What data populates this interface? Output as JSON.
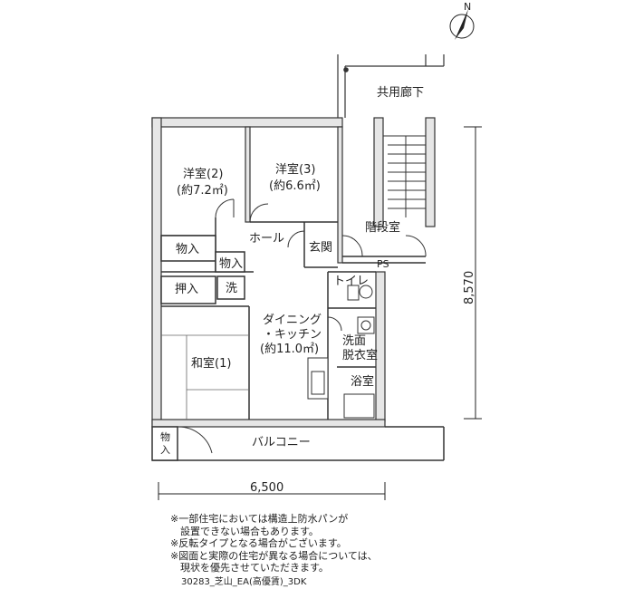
{
  "rooms": {
    "western2": {
      "name": "洋室(2)",
      "area": "(約7.2㎡)"
    },
    "western3": {
      "name": "洋室(3)",
      "area": "(約6.6㎡)"
    },
    "japanese1": {
      "name": "和室(1)"
    },
    "dining_kitchen": {
      "line1": "ダイニング",
      "line2": "・キッチン",
      "area": "(約11.0㎡)"
    },
    "hall": "ホール",
    "entrance": "玄関",
    "stairwell": "階段室",
    "corridor": "共用廊下",
    "toilet": "トイレ",
    "washroom": {
      "line1": "洗面",
      "line2": "脱衣室"
    },
    "bathroom": "浴室",
    "balcony": "バルコニー",
    "storage_left": "物入",
    "storage_hall": "物入",
    "closet": "押入",
    "washer": "洗",
    "ps": "PS",
    "storage_balcony": {
      "line1": "物",
      "line2": "入"
    }
  },
  "dimensions": {
    "width": "6,500",
    "depth": "8,570"
  },
  "compass": {
    "label": "N"
  },
  "notes": [
    "※一部住宅においては構造上防水パンが",
    "　設置できない場合もあります。",
    "※反転タイプとなる場合がございます。",
    "※図面と実際の住宅が異なる場合については、",
    "　現状を優先させていただきます。"
  ],
  "plan_code": "30283_芝山_EA(高優賃)_3DK"
}
